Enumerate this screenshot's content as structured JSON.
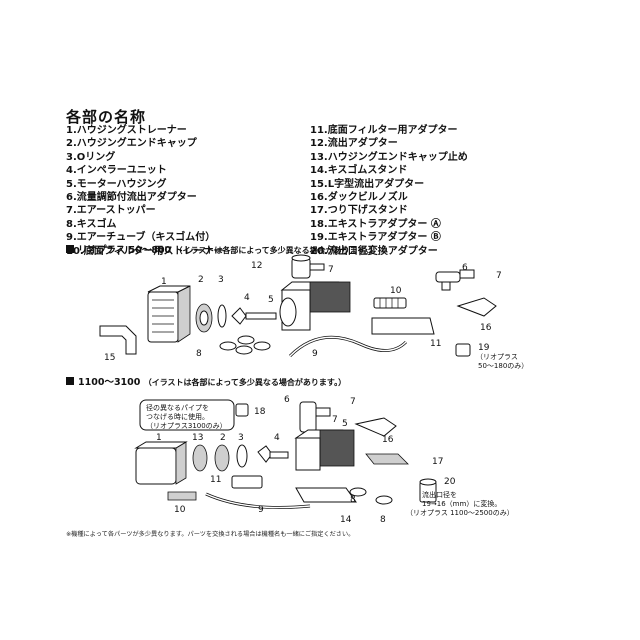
{
  "title": "各部の名称",
  "parts_left": [
    "1.ハウジングストレーナー",
    "2.ハウジングエンドキャップ",
    "3.Oリング",
    "4.インペラーユニット",
    "5.モーターハウジング",
    "6.流量調節付流出アダプター",
    "7.エアーストッパー",
    "8.キスゴム",
    "9.エアーチューブ（キスゴム付）",
    "10.底面フィルター用ストレーナー"
  ],
  "parts_right": [
    "11.底面フィルター用アダプター",
    "12.流出アダプター",
    "13.ハウジングエンドキャップ止め",
    "14.キスゴムスタンド",
    "15.L字型流出アダプター",
    "16.ダックビルノズル",
    "17.つり下げスタンド",
    "18.エキストラアダプター Ⓐ",
    "19.エキストラアダプター Ⓑ",
    "20.流出口径変換アダプター"
  ],
  "section1": {
    "heading": "リオプラス 50～800",
    "note": "（イラストは各部によって多少異なる場合があります。）",
    "labels": {
      "n1": "1",
      "n2": "2",
      "n3": "3",
      "n4": "4",
      "n5": "5",
      "n6": "6",
      "n7a": "7",
      "n7b": "7",
      "n8": "8",
      "n9": "9",
      "n10": "10",
      "n11": "11",
      "n12": "12",
      "n15": "15",
      "n16": "16",
      "n19": "19"
    },
    "callout19": [
      "（リオプラス",
      "50～180のみ）"
    ]
  },
  "section2": {
    "heading": "1100～3100",
    "note": "（イラストは各部によって多少異なる場合があります。）",
    "labels": {
      "n1": "1",
      "n13": "13",
      "n2": "2",
      "n3": "3",
      "n4": "4",
      "n5": "5",
      "n6": "6",
      "n7a": "7",
      "n7b": "7",
      "n8a": "8",
      "n8b": "8",
      "n9": "9",
      "n10": "10",
      "n11": "11",
      "n14": "14",
      "n16": "16",
      "n17": "17",
      "n18": "18",
      "n20": "20"
    },
    "callout18": [
      "径の異なるパイプを",
      "つなげる時に使用。",
      "（リオプラス3100のみ）"
    ],
    "callout20": [
      "流出口径を",
      "19→16（mm）に変換。",
      "（リオプラス 1100～2500のみ）"
    ]
  },
  "footnote": "※機種によって各パーツが多少異なります。パーツを交換される場合は機種名も一緒にご指定ください。"
}
